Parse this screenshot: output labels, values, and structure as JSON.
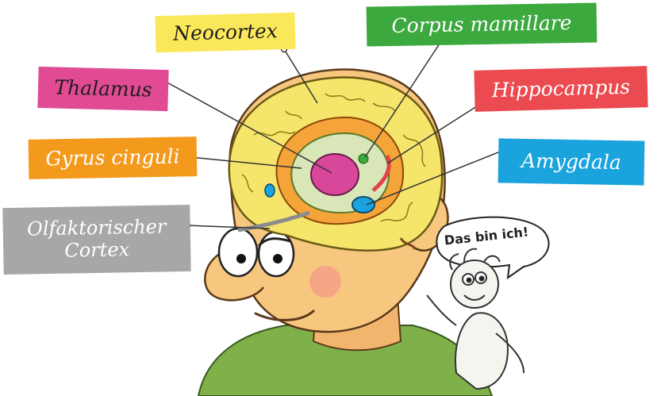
{
  "labels": {
    "neocortex": "Neocortex",
    "corpus_mamillare": "Corpus mamillare",
    "thalamus": "Thalamus",
    "hippocampus": "Hippocampus",
    "gyrus_cinguli": "Gyrus cinguli",
    "amygdala": "Amygdala",
    "olfaktorischer_cortex": [
      "Olfaktorischer",
      "Cortex"
    ]
  },
  "speech_bubble": "Das bin ich!",
  "colors": {
    "neocortex": "#fbe85a",
    "corpus_mamillare": "#3ca93f",
    "thalamus": "#e04b94",
    "hippocampus": "#eb4b50",
    "gyrus_cinguli": "#f39a1d",
    "amygdala": "#1aa3dc",
    "olfaktorischer_cortex": "#a6a7a9",
    "skin": "#f7c77f",
    "hair": "#7a4a1c",
    "shirt": "#7fb04a"
  }
}
